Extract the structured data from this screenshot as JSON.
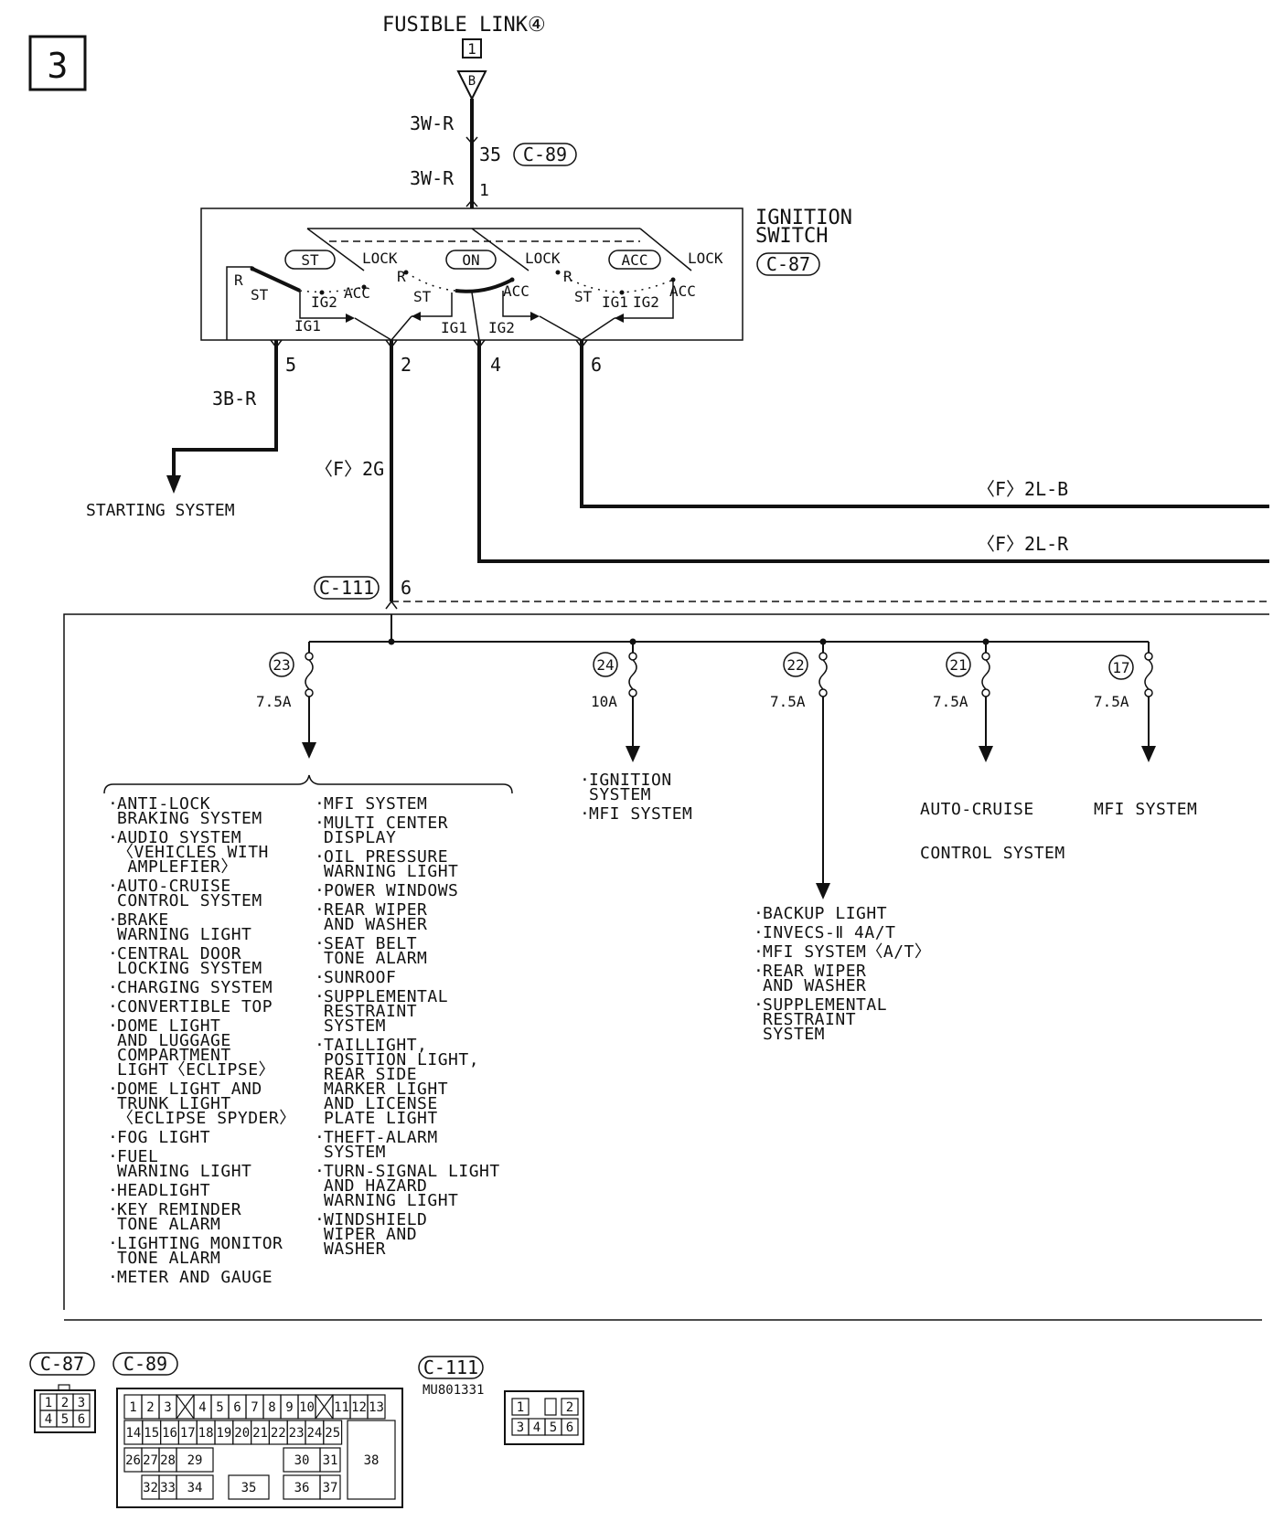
{
  "page": {
    "page_number": "3"
  },
  "top": {
    "fusible_link": "FUSIBLE LINK④",
    "fusible_pin": "1",
    "terminal_letter": "B",
    "wire_upper": "3W-R",
    "wire_lower": "3W-R",
    "pin_35": "35",
    "connector_c89": "C-89",
    "pin_1": "1"
  },
  "ignition": {
    "title_line1": "IGNITION",
    "title_line2": "SWITCH",
    "connector": "C-87",
    "positions": [
      "ST",
      "ON",
      "ACC"
    ],
    "lock": "LOCK",
    "acc": "ACC",
    "st": "ST",
    "r": "R",
    "ig1": "IG1",
    "ig2": "IG2"
  },
  "outputs": {
    "pin_5": "5",
    "pin_2": "2",
    "pin_4": "4",
    "pin_6": "6",
    "wire_3br": "3B-R",
    "wire_f2g": "〈F〉2G",
    "wire_f2lb": "〈F〉2L-B",
    "wire_f2lr": "〈F〉2L-R",
    "starting_system": "STARTING SYSTEM",
    "connector_c111": "C-111",
    "pin_c111": "6"
  },
  "fuses": [
    {
      "number": "23",
      "rating": "7.5A"
    },
    {
      "number": "24",
      "rating": "10A"
    },
    {
      "number": "22",
      "rating": "7.5A"
    },
    {
      "number": "21",
      "rating": "7.5A"
    },
    {
      "number": "17",
      "rating": "7.5A"
    }
  ],
  "loads": {
    "fuse23_col1": [
      [
        "ANTI-LOCK",
        "BRAKING SYSTEM"
      ],
      [
        "AUDIO SYSTEM",
        "〈VEHICLES WITH",
        " AMPLEFIER〉"
      ],
      [
        "AUTO-CRUISE",
        "CONTROL SYSTEM"
      ],
      [
        "BRAKE",
        "WARNING LIGHT"
      ],
      [
        "CENTRAL DOOR",
        "LOCKING SYSTEM"
      ],
      [
        "CHARGING SYSTEM"
      ],
      [
        "CONVERTIBLE TOP"
      ],
      [
        "DOME LIGHT",
        "AND LUGGAGE",
        "COMPARTMENT",
        "LIGHT〈ECLIPSE〉"
      ],
      [
        "DOME LIGHT AND",
        "TRUNK LIGHT",
        "〈ECLIPSE SPYDER〉"
      ],
      [
        "FOG LIGHT"
      ],
      [
        "FUEL",
        "WARNING LIGHT"
      ],
      [
        "HEADLIGHT"
      ],
      [
        "KEY REMINDER",
        "TONE ALARM"
      ],
      [
        "LIGHTING MONITOR",
        "TONE ALARM"
      ],
      [
        "METER AND GAUGE"
      ]
    ],
    "fuse23_col2": [
      [
        "MFI SYSTEM"
      ],
      [
        "MULTI CENTER",
        "DISPLAY"
      ],
      [
        "OIL PRESSURE",
        "WARNING LIGHT"
      ],
      [
        "POWER WINDOWS"
      ],
      [
        "REAR WIPER",
        "AND WASHER"
      ],
      [
        "SEAT BELT",
        "TONE ALARM"
      ],
      [
        "SUNROOF"
      ],
      [
        "SUPPLEMENTAL",
        "RESTRAINT",
        "SYSTEM"
      ],
      [
        "TAILLIGHT,",
        "POSITION LIGHT,",
        "REAR SIDE",
        "MARKER LIGHT",
        "AND LICENSE",
        "PLATE LIGHT"
      ],
      [
        "THEFT-ALARM",
        "SYSTEM"
      ],
      [
        "TURN-SIGNAL LIGHT",
        "AND HAZARD",
        "WARNING LIGHT"
      ],
      [
        "WINDSHIELD",
        "WIPER AND",
        "WASHER"
      ]
    ],
    "fuse24": [
      [
        "IGNITION",
        "SYSTEM"
      ],
      [
        "MFI SYSTEM"
      ]
    ],
    "fuse22": [
      [
        "BACKUP LIGHT"
      ],
      [
        "INVECS-Ⅱ 4A/T"
      ],
      [
        "MFI SYSTEM〈A/T〉"
      ],
      [
        "REAR WIPER",
        "AND WASHER"
      ],
      [
        "SUPPLEMENTAL",
        "RESTRAINT",
        "SYSTEM"
      ]
    ],
    "fuse21": [
      "AUTO-CRUISE",
      "CONTROL SYSTEM"
    ],
    "fuse17": "MFI SYSTEM"
  },
  "connectors": {
    "c87": {
      "label": "C-87",
      "pins": [
        "1",
        "2",
        "3",
        "4",
        "5",
        "6"
      ]
    },
    "c89": {
      "label": "C-89",
      "row1": [
        "1",
        "2",
        "3",
        "4",
        "5",
        "6",
        "7",
        "8",
        "9",
        "10",
        "11",
        "12",
        "13"
      ],
      "row2": [
        "14",
        "15",
        "16",
        "17",
        "18",
        "19",
        "20",
        "21",
        "22",
        "23",
        "24",
        "25"
      ],
      "row3": [
        "26",
        "27",
        "28",
        "29",
        "30",
        "31"
      ],
      "row4": [
        "32",
        "33",
        "34",
        "35",
        "36",
        "37"
      ],
      "big": "38"
    },
    "c111": {
      "label": "C-111",
      "part": "MU801331",
      "pins": [
        "1",
        "2",
        "3",
        "4",
        "5",
        "6"
      ]
    }
  }
}
